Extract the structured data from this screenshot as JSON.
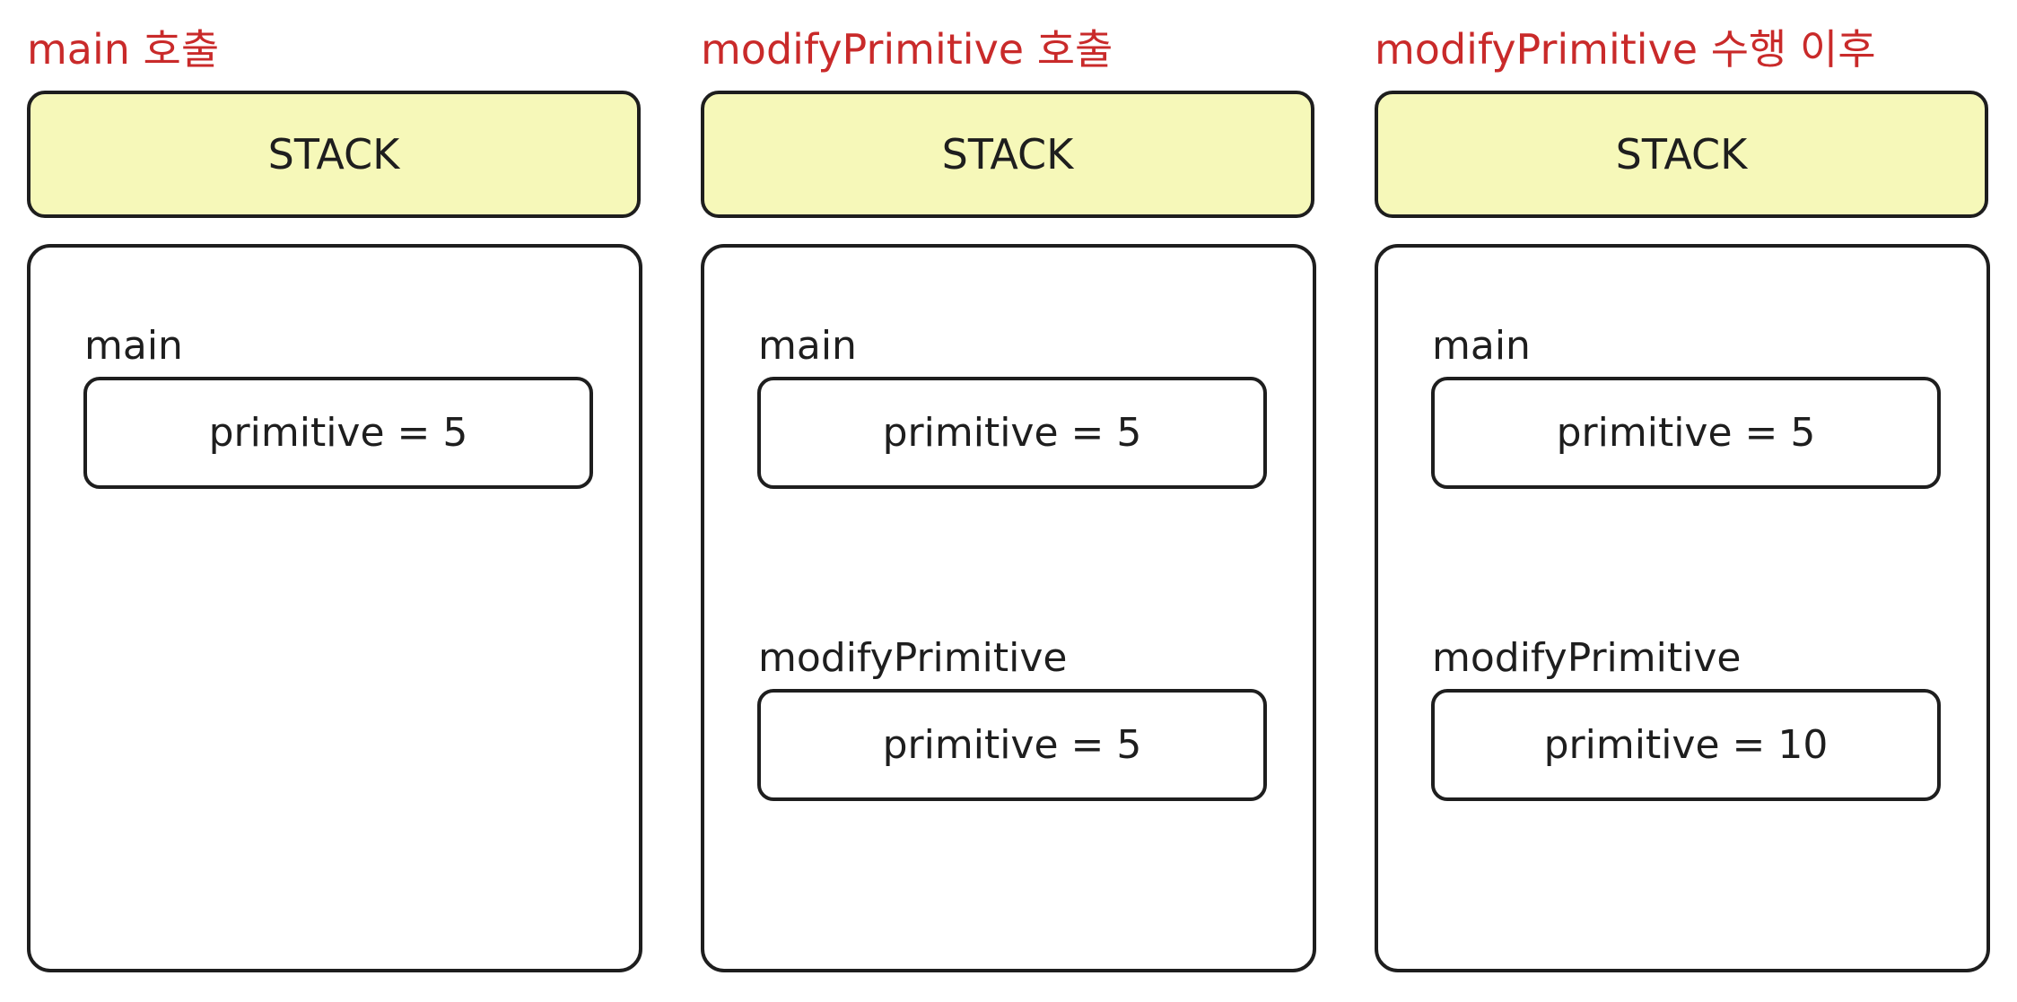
{
  "panels": [
    {
      "caption": "main 호출",
      "header": "STACK",
      "frames": [
        {
          "name": "main",
          "variable": "primitive = 5"
        }
      ]
    },
    {
      "caption": "modifyPrimitive 호출",
      "header": "STACK",
      "frames": [
        {
          "name": "main",
          "variable": "primitive = 5"
        },
        {
          "name": "modifyPrimitive",
          "variable": "primitive = 5"
        }
      ]
    },
    {
      "caption": "modifyPrimitive 수행 이후",
      "header": "STACK",
      "frames": [
        {
          "name": "main",
          "variable": "primitive = 5"
        },
        {
          "name": "modifyPrimitive",
          "variable": "primitive = 10"
        }
      ]
    }
  ],
  "colors": {
    "caption": "#c92a2a",
    "stack_header_fill": "#f6f8b9",
    "stroke": "#1e1e1e"
  }
}
